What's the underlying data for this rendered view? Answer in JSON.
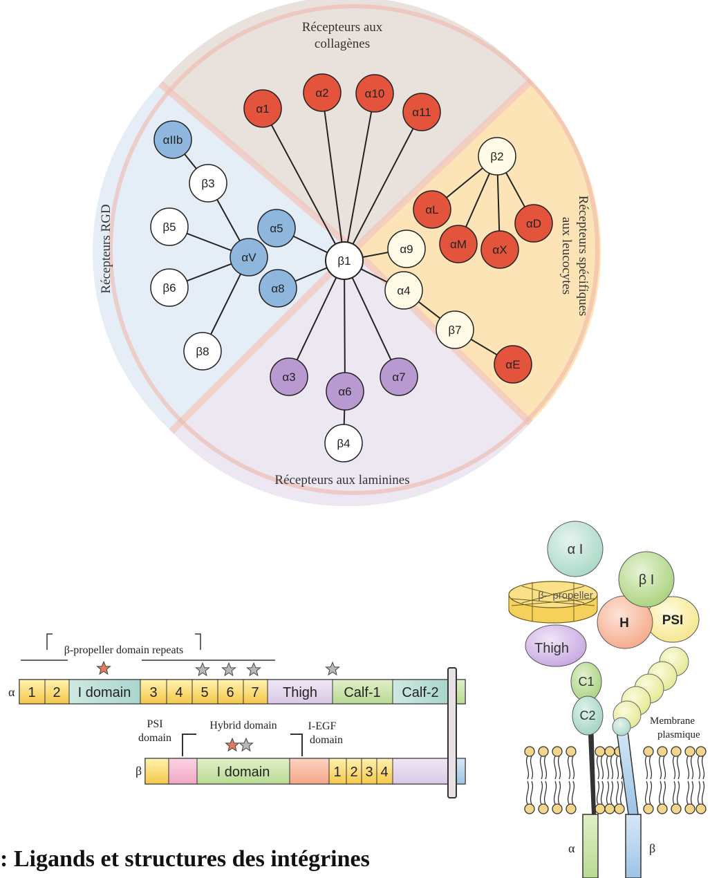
{
  "wheel": {
    "sectors": {
      "collagen": {
        "line1": "Récepteurs aux",
        "line2": "collagènes"
      },
      "leukocyte": {
        "line1": "Récepteurs spécifiques",
        "line2": "aux leucocytes"
      },
      "laminin": {
        "label": "Récepteurs aux laminines"
      },
      "rgd": {
        "label": "Récepteurs RGD"
      }
    },
    "nodes": {
      "b1": "β1",
      "a1": "α1",
      "a2": "α2",
      "a10": "α10",
      "a11": "α11",
      "aIIb": "αIIb",
      "b3": "β3",
      "b5": "β5",
      "av": "αV",
      "b6": "β6",
      "b8": "β8",
      "a5": "α5",
      "a8": "α8",
      "b2": "β2",
      "aL": "αL",
      "aM": "αM",
      "aX": "αX",
      "aD": "αD",
      "a9": "α9",
      "a4": "α4",
      "b7": "β7",
      "aE": "αE",
      "a3": "α3",
      "a6": "α6",
      "a7": "α7",
      "b4": "β4"
    }
  },
  "domains": {
    "propeller_label": "β-propeller domain repeats",
    "alpha_letter": "α",
    "beta_letter": "β",
    "alpha_chain": [
      "1",
      "2",
      "I domain",
      "3",
      "4",
      "5",
      "6",
      "7",
      "Thigh",
      "Calf-1",
      "Calf-2"
    ],
    "psi_label": [
      "PSI",
      "domain"
    ],
    "hybrid_label": "Hybrid domain",
    "iegf_label": [
      "I-EGF",
      "domain"
    ],
    "beta_chain": [
      "I domain",
      "1",
      "2",
      "3",
      "4"
    ]
  },
  "structure": {
    "alpha_i": "α I",
    "beta_i": "β I",
    "propeller": "β– propeller",
    "h": "H",
    "psi": "PSI",
    "thigh": "Thigh",
    "c1": "C1",
    "c2": "C2",
    "membrane": [
      "Membrane",
      "plasmique"
    ],
    "alpha_leg": "α",
    "beta_leg": "β"
  },
  "caption": ": Ligands et structures des intégrines",
  "colors": {
    "alpha_red": "#e4533c",
    "alpha_blue": "#8fb6dd",
    "alpha_purple": "#b99ad0",
    "sector_collagen": "#e7e0dc",
    "sector_leukocyte": "#fde4b6",
    "sector_laminin": "#ece6f1",
    "sector_rgd": "#e4edf7"
  }
}
